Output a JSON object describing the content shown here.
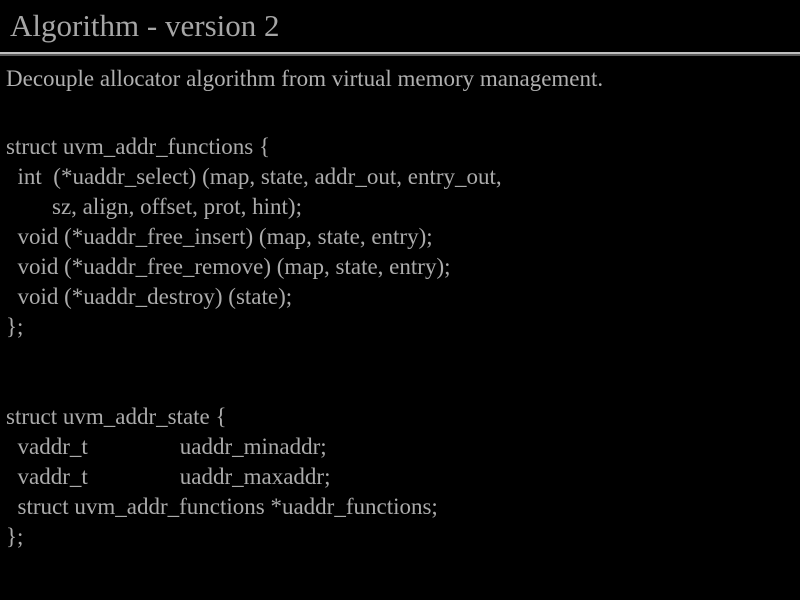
{
  "slide": {
    "title": "Algorithm - version 2",
    "subtitle": "Decouple allocator algorithm from virtual memory management.",
    "colors": {
      "background": "#000000",
      "text": "#a9a9a9",
      "rule_light": "#c0c0c0",
      "rule_dark": "#5a5a5a"
    },
    "code_lines": [
      "struct uvm_addr_functions {",
      "  int  (*uaddr_select) (map, state, addr_out, entry_out,",
      "        sz, align, offset, prot, hint);",
      "  void (*uaddr_free_insert) (map, state, entry);",
      "  void (*uaddr_free_remove) (map, state, entry);",
      "  void (*uaddr_destroy) (state);",
      "};",
      "",
      "",
      "struct uvm_addr_state {",
      "  vaddr_t                uaddr_minaddr;",
      "  vaddr_t                uaddr_maxaddr;",
      "  struct uvm_addr_functions *uaddr_functions;",
      "};"
    ]
  }
}
